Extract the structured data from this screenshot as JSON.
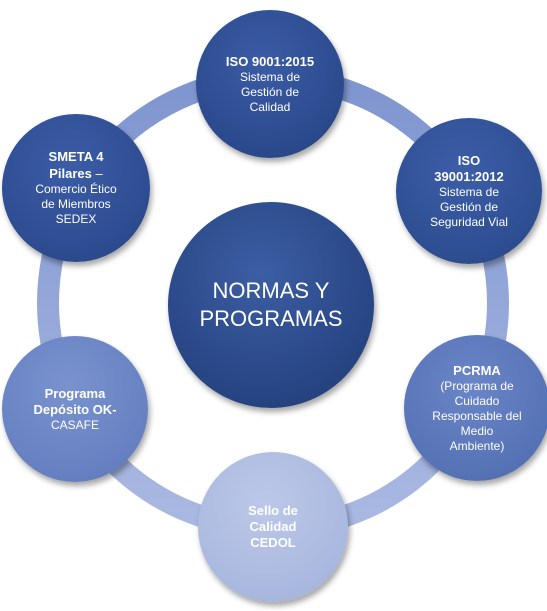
{
  "center": {
    "line1": "NORMAS Y",
    "line2": "PROGRAMAS"
  },
  "nodes": {
    "iso9001": {
      "title": "ISO 9001:2015",
      "line1": "Sistema de",
      "line2": "Gestión de",
      "line3": "Calidad"
    },
    "iso39001": {
      "title1": "ISO",
      "title2": "39001:2012",
      "line1": "Sistema de",
      "line2": "Gestión de",
      "line3": "Seguridad Vial"
    },
    "pcrma": {
      "title": "PCRMA",
      "line1": "(Programa de",
      "line2": "Cuidado",
      "line3": "Responsable del",
      "line4": "Medio",
      "line5": "Ambiente)"
    },
    "sello": {
      "line1": "Sello de",
      "line2": "Calidad",
      "line3": "CEDOL"
    },
    "casafe": {
      "line1": "Programa",
      "line2": "Depósito OK-",
      "line3": "CASAFE"
    },
    "smeta": {
      "title1": "SMETA 4",
      "title2a": "Pilares",
      "title2b": " –",
      "line1": "Comercio Ético",
      "line2": "de Miembros",
      "line3": "SEDEX"
    }
  },
  "colors": {
    "ring": "#8fa1d3",
    "dark_blue": "#2b4a8d",
    "mid_blue": "#5673b6",
    "light_blue": "#a9b8df"
  }
}
